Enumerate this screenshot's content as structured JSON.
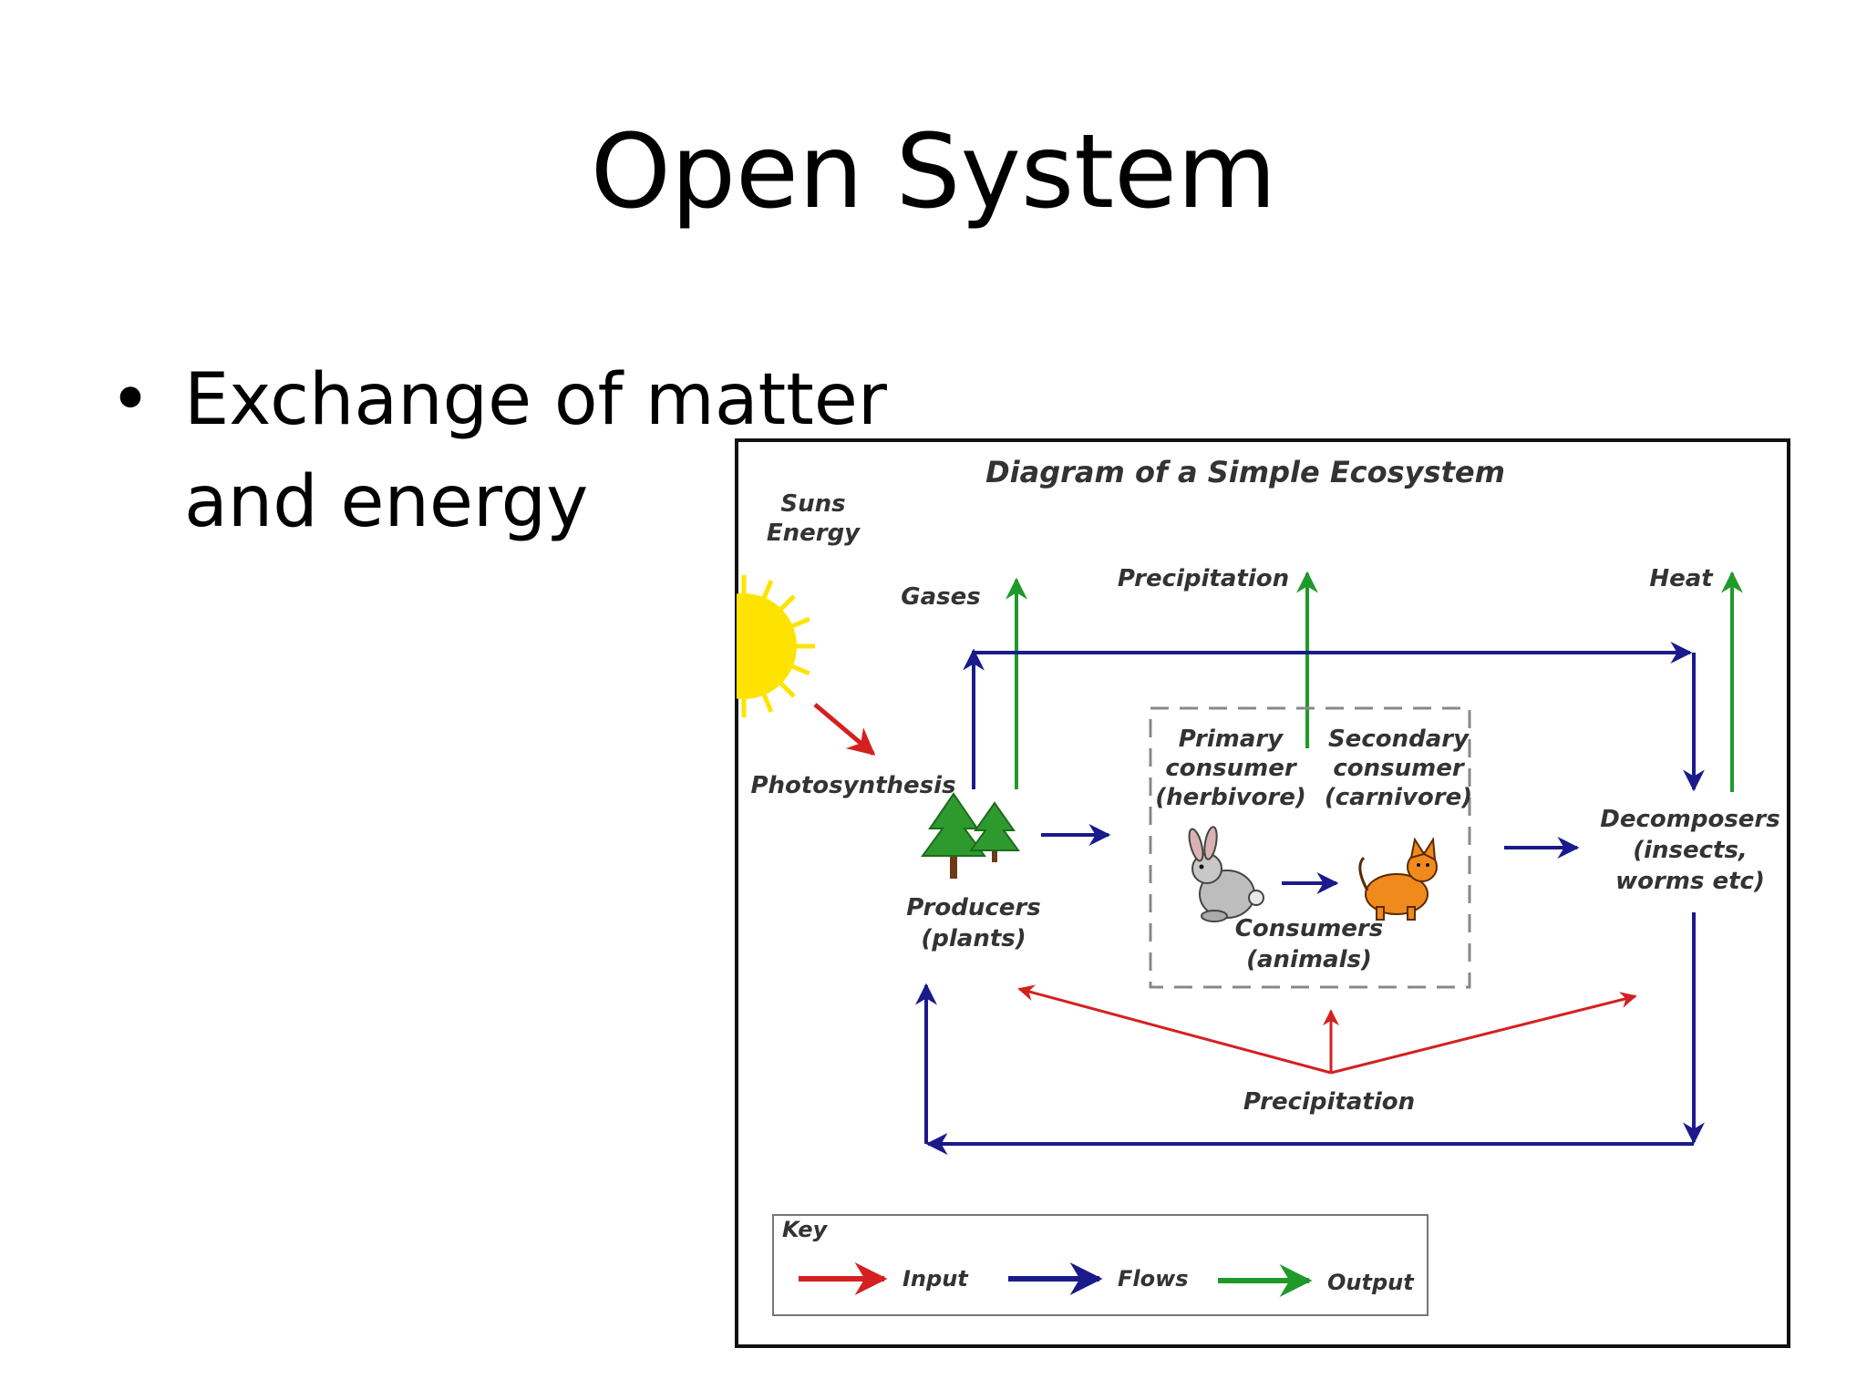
{
  "slide": {
    "title": "Open System",
    "bullet": "Exchange of matter and energy"
  },
  "diagram": {
    "title": "Diagram of a Simple Ecosystem",
    "labels": {
      "suns_energy_line1": "Suns",
      "suns_energy_line2": "Energy",
      "gases": "Gases",
      "precipitation_top": "Precipitation",
      "heat": "Heat",
      "photosynthesis": "Photosynthesis",
      "primary_line1": "Primary",
      "primary_line2": "consumer",
      "primary_line3": "(herbivore)",
      "secondary_line1": "Secondary",
      "secondary_line2": "consumer",
      "secondary_line3": "(carnivore)",
      "producers_line1": "Producers",
      "producers_line2": "(plants)",
      "consumers_line1": "Consumers",
      "consumers_line2": "(animals)",
      "decomposers_line1": "Decomposers",
      "decomposers_line2": "(insects,",
      "decomposers_line3": "worms etc)",
      "precipitation_bottom": "Precipitation"
    },
    "key": {
      "title": "Key",
      "input": "Input",
      "flows": "Flows",
      "output": "Output"
    },
    "colors": {
      "input": "#d42020",
      "flows": "#1a1a8c",
      "output": "#1f9a2a",
      "sun": "#ffe300",
      "tree": "#2e9a2e",
      "frame": "#111111",
      "dashed_box": "#888888"
    }
  }
}
